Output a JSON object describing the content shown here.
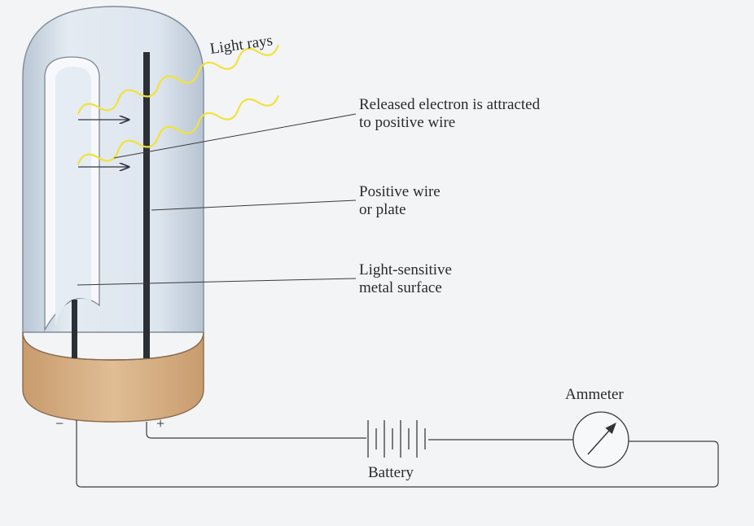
{
  "labels": {
    "light_rays": "Light rays",
    "released_electron": [
      "Released electron is attracted",
      "to positive wire"
    ],
    "positive_wire": [
      "Positive wire",
      "or plate"
    ],
    "metal_surface": [
      "Light-sensitive",
      "metal surface"
    ],
    "ammeter": "Ammeter",
    "battery": "Battery",
    "minus": "−",
    "plus": "+"
  },
  "colors": {
    "background": "#f3f4f6",
    "tube_glass": "#c8d3df",
    "tube_inner": "#e7edf4",
    "base": "#d9b48a",
    "light_ray": "#f2e23a",
    "wire": "#3a3a3a",
    "electrode": "#2b2f36"
  }
}
